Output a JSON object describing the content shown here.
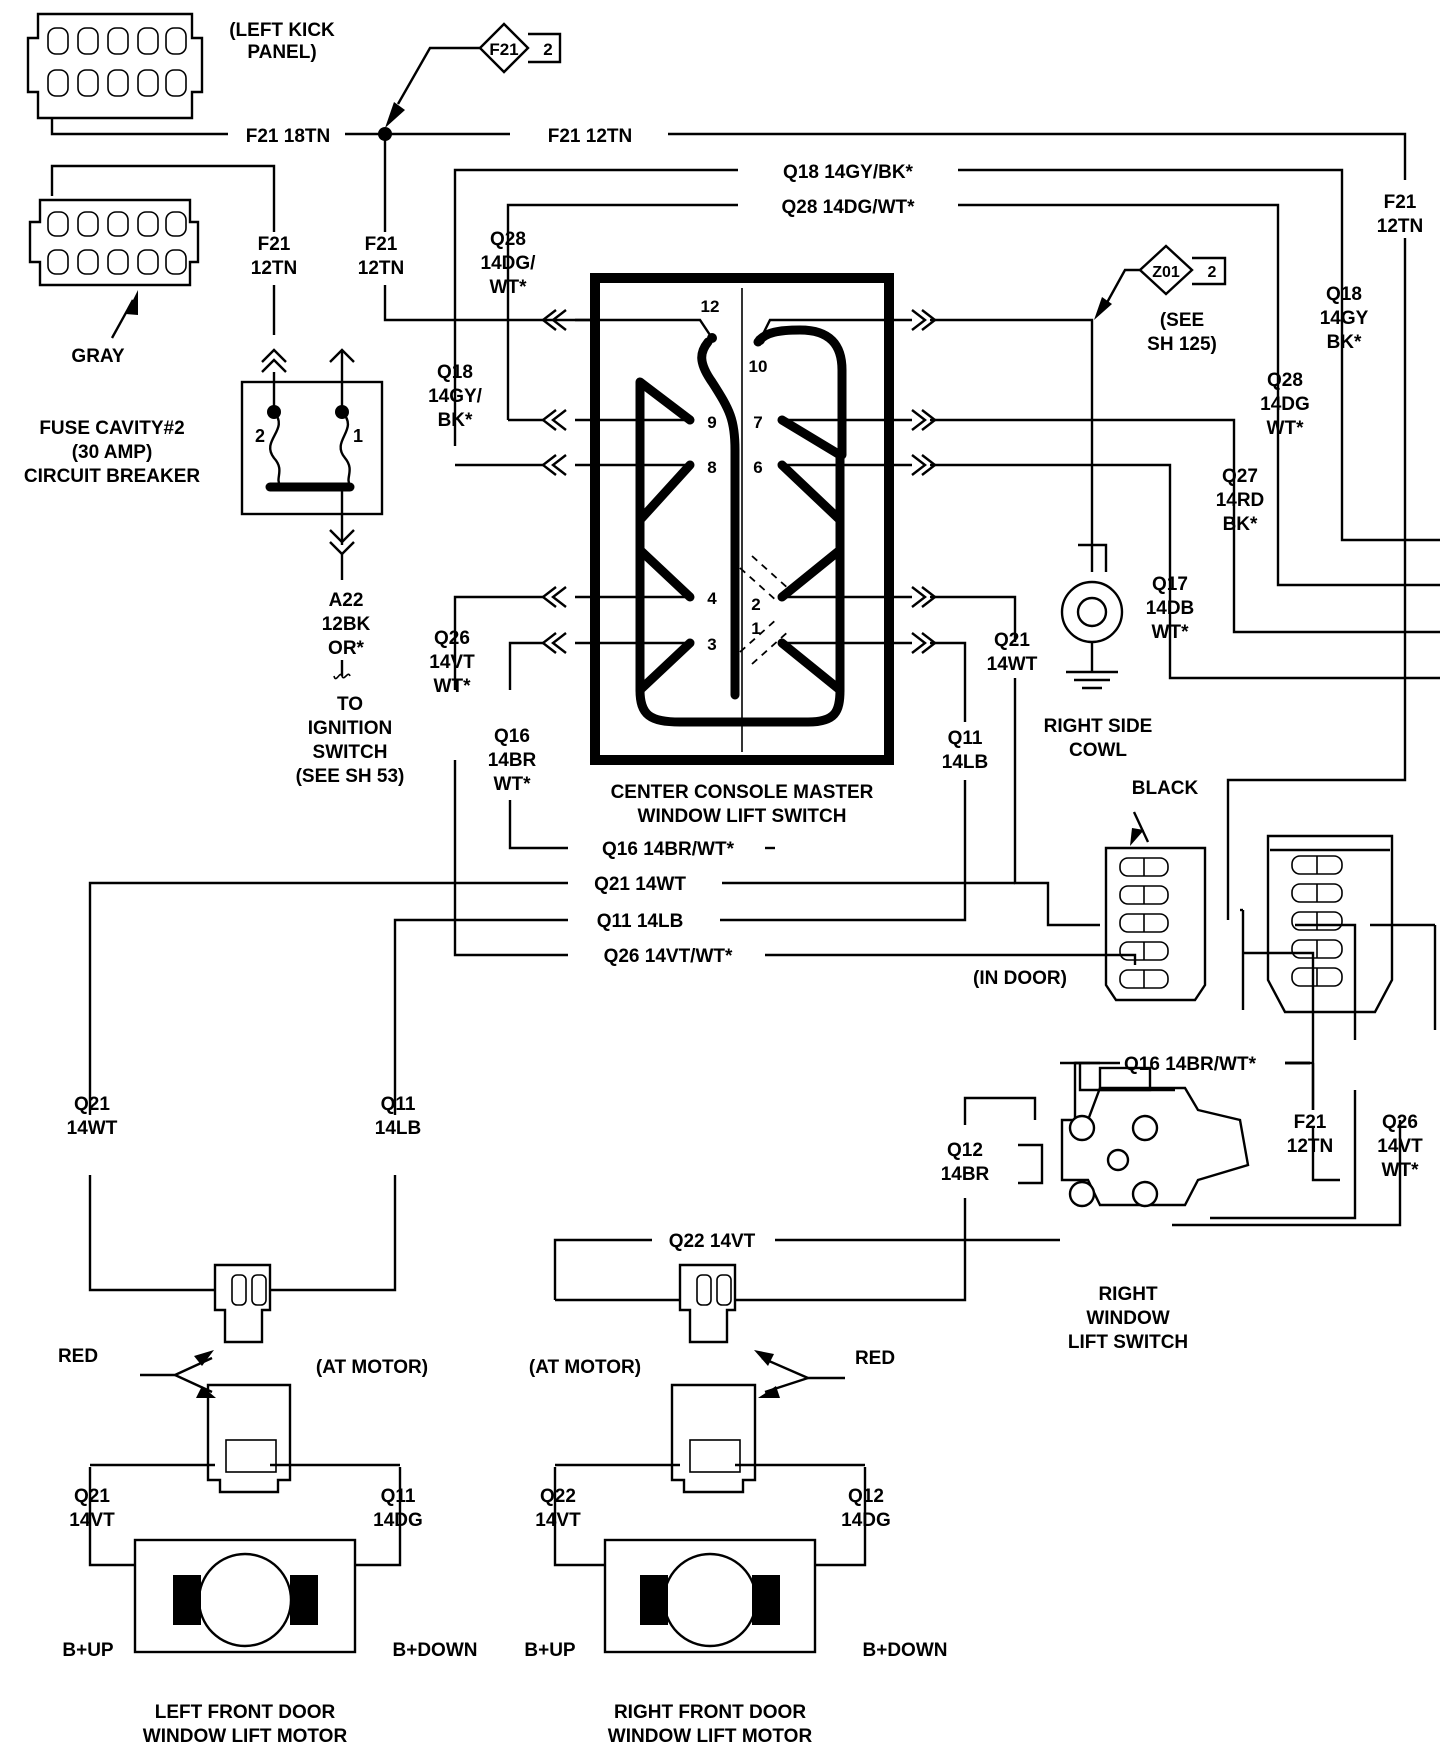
{
  "connectors": {
    "left_kick_panel": "(LEFT KICK\nPANEL)",
    "gray": "GRAY",
    "black": "BLACK",
    "in_door": "(IN DOOR)",
    "at_motor_left": "(AT MOTOR)",
    "at_motor_right": "(AT MOTOR)",
    "red_left": "RED",
    "red_right": "RED"
  },
  "splices": {
    "f21": {
      "id": "F21",
      "sheet": "2"
    },
    "z01": {
      "id": "Z01",
      "sheet": "2"
    }
  },
  "components": {
    "fuse": "FUSE CAVITY#2\n(30 AMP)\nCIRCUIT BREAKER",
    "fuse_pin_2": "2",
    "fuse_pin_1": "1",
    "ignition": "TO\nIGNITION\nSWITCH\n(SEE SH 53)",
    "z01_see": "(SEE\nSH 125)",
    "ground": "RIGHT SIDE\nCOWL",
    "master_switch": "CENTER CONSOLE MASTER\nWINDOW LIFT SWITCH",
    "right_switch": "RIGHT\nWINDOW\nLIFT SWITCH",
    "left_motor": "LEFT FRONT DOOR\nWINDOW LIFT MOTOR",
    "right_motor": "RIGHT FRONT DOOR\nWINDOW LIFT MOTOR",
    "b_up_left": "B+UP",
    "b_down_left": "B+DOWN",
    "b_up_right": "B+UP",
    "b_down_right": "B+DOWN"
  },
  "switch_pins": [
    "12",
    "10",
    "9",
    "7",
    "8",
    "6",
    "4",
    "2",
    "1",
    "3"
  ],
  "wires": {
    "f21_18tn": "F21  18TN",
    "f21_12tn_top": "F21  12TN",
    "q18_top": "Q18  14GY/BK*",
    "q28_top": "Q28  14DG/WT*",
    "f21_12tn_fuse": "F21\n12TN",
    "f21_12tn_splice": "F21\n12TN",
    "q28_left": "Q28\n14DG/\nWT*",
    "q18_left": "Q18\n14GY/\nBK*",
    "a22": "A22\n12BK\nOR*",
    "f21_right": "F21\n12TN",
    "q18_right": "Q18\n14GY\nBK*",
    "q28_right": "Q28\n14DG\nWT*",
    "q27": "Q27\n14RD\nBK*",
    "q17": "Q17\n14DB\nWT*",
    "q21_right": "Q21\n14WT",
    "q11_right": "Q11\n14LB",
    "q26_left": "Q26\n14VT\nWT*",
    "q16_left": "Q16\n14BR\nWT*",
    "q16_h": "Q16  14BR/WT*",
    "q21_h": "Q21  14WT",
    "q11_h": "Q11  14LB",
    "q26_h": "Q26  14VT/WT*",
    "q16_rs": "Q16    14BR/WT*",
    "q12": "Q12\n14BR",
    "f21_rs": "F21\n12TN",
    "q26_rs": "Q26\n14VT\nWT*",
    "q21_lv": "Q21\n14WT",
    "q11_lv": "Q11\n14LB",
    "q22": "Q22  14VT",
    "q21_motor": "Q21\n14VT",
    "q11_motor": "Q11\n14DG",
    "q22_motor": "Q22\n14VT",
    "q12_motor": "Q12\n14DG"
  }
}
